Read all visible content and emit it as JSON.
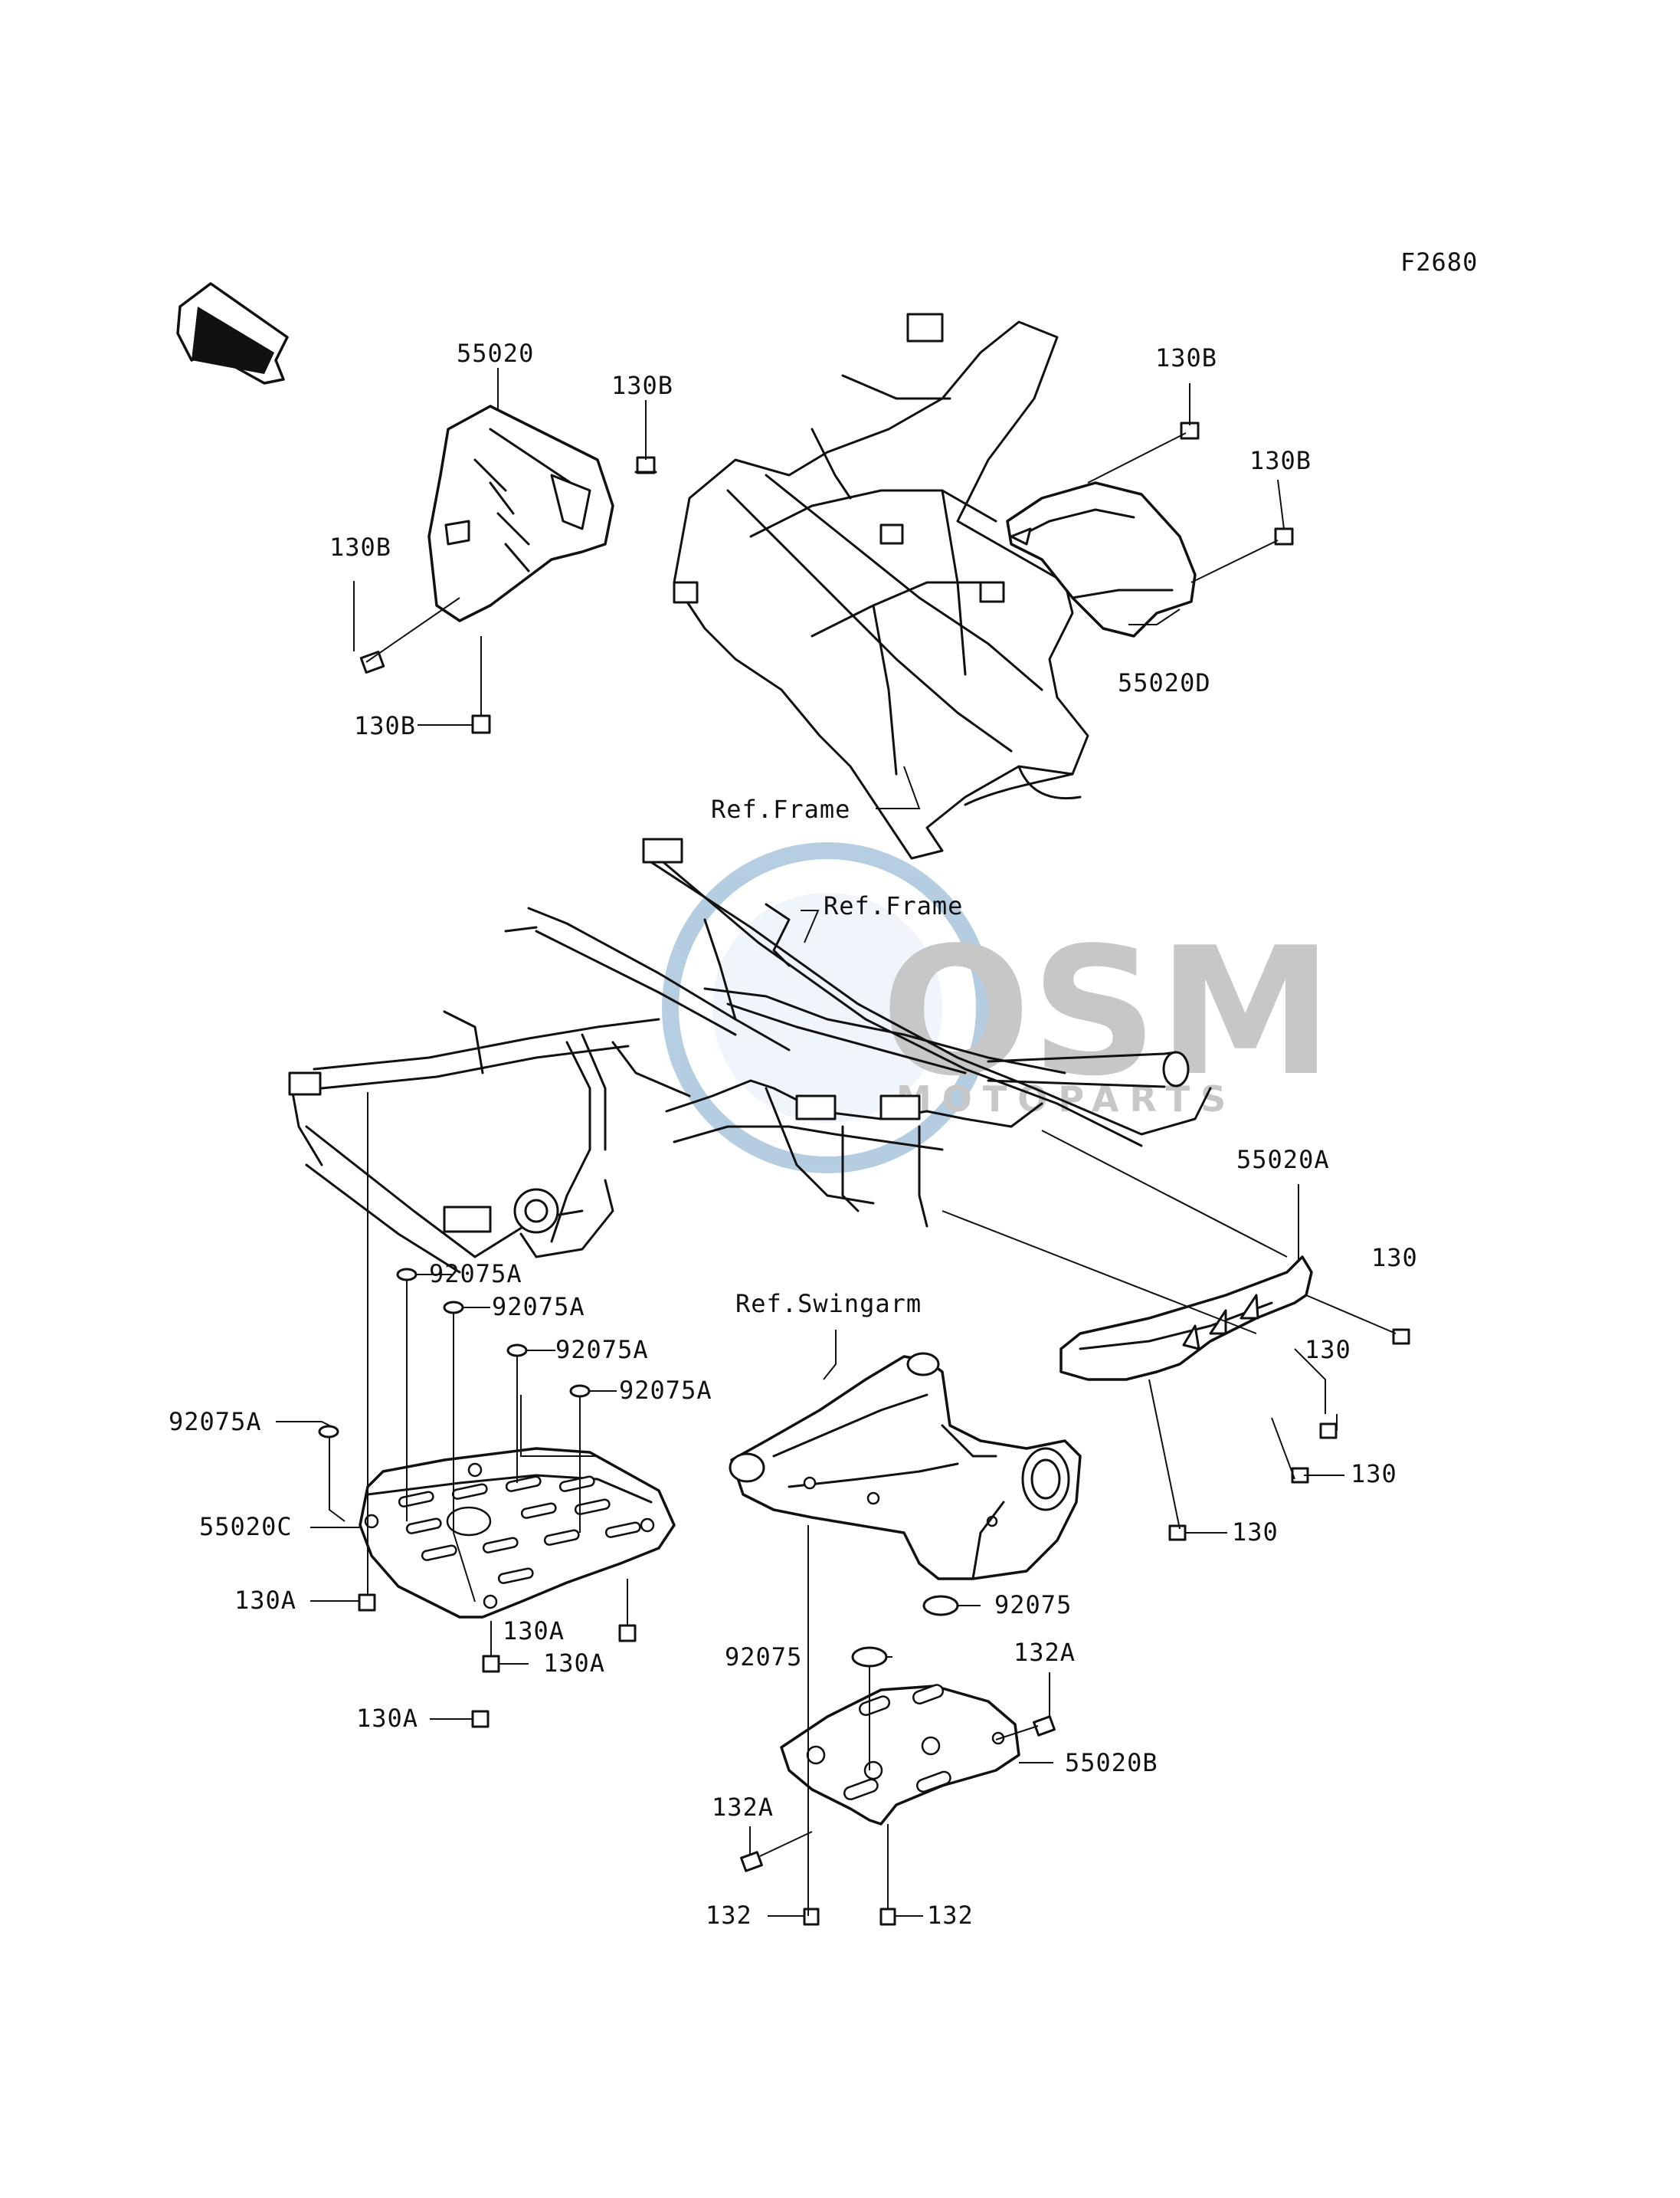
{
  "figure_code": "F2680",
  "front_arrow_label": "FRONT",
  "watermark": {
    "brand": "OSM",
    "subtitle": "MOTOPARTS",
    "color": "#7aa6c9",
    "gray": "#9a9a9a"
  },
  "labels": {
    "p55020": "55020",
    "p55020A": "55020A",
    "p55020B": "55020B",
    "p55020C": "55020C",
    "p55020D": "55020D",
    "p130B_top": "130B",
    "p130B_left": "130B",
    "p130B_bottom": "130B",
    "p130B_right_top": "130B",
    "p130B_right": "130B",
    "ref_frame_1": "Ref.Frame",
    "ref_frame_2": "Ref.Frame",
    "ref_swingarm": "Ref.Swingarm",
    "p92075A_1": "92075A",
    "p92075A_2": "92075A",
    "p92075A_3": "92075A",
    "p92075A_4": "92075A",
    "p92075A_5": "92075A",
    "p130A_1": "130A",
    "p130A_2": "130A",
    "p130A_3": "130A",
    "p130A_4": "130A",
    "p130_1": "130",
    "p130_2": "130",
    "p130_3": "130",
    "p130_4": "130",
    "p92075_1": "92075",
    "p92075_2": "92075",
    "p132A_1": "132A",
    "p132A_2": "132A",
    "p132_1": "132",
    "p132_2": "132"
  }
}
